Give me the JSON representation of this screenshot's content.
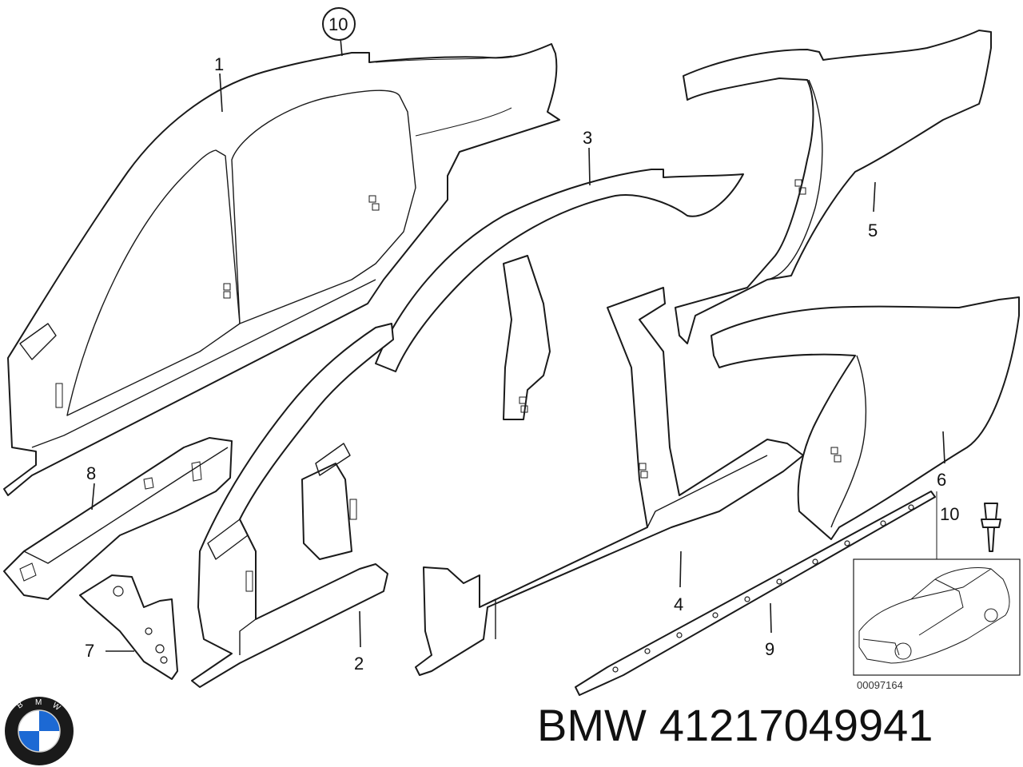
{
  "callouts": {
    "c1": "1",
    "c2": "2",
    "c3": "3",
    "c4": "4",
    "c5": "5",
    "c6": "6",
    "c7": "7",
    "c8": "8",
    "c9": "9",
    "c10": "10",
    "inset_label": "10"
  },
  "drawing_number": "00097164",
  "brand": {
    "make": "BMW",
    "part_number": "41217049941"
  },
  "logo": {
    "letters": [
      "B",
      "M",
      "W"
    ],
    "colors": {
      "blue": "#1c69d4",
      "ring": "#1a1a1a",
      "white": "#ffffff"
    }
  }
}
